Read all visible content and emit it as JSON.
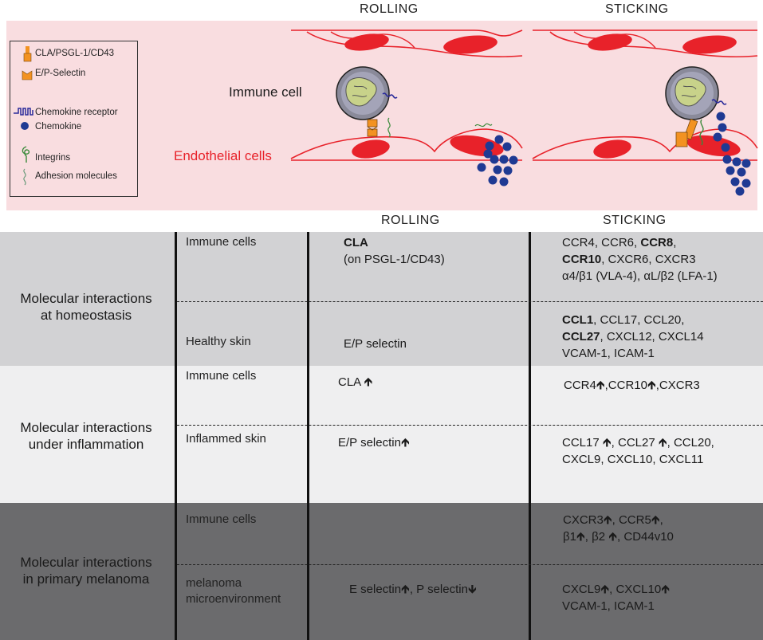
{
  "headers": {
    "rolling_top": "ROLLING",
    "sticking_top": "STICKING",
    "rolling_table": "ROLLING",
    "sticking_table": "STICKING"
  },
  "illustration": {
    "immune_cell_label": "Immune cell",
    "endothelial_label": "Endothelial cells",
    "colors": {
      "background": "#f9dde0",
      "endothelium": "#e8222a",
      "chemokine": "#1f3a93",
      "cell_body": "#8a8a9a",
      "selectin": "#f39221",
      "cytoplasm": "#c8d28a"
    }
  },
  "legend": {
    "items": [
      {
        "icon": "cla-psgl1-cd43-icon",
        "label": "CLA/PSGL-1/CD43"
      },
      {
        "icon": "ep-selectin-icon",
        "label": "E/P-Selectin"
      },
      {
        "icon": "chemokine-receptor-icon",
        "label": "Chemokine receptor"
      },
      {
        "icon": "chemokine-icon",
        "label": "Chemokine"
      },
      {
        "icon": "integrins-icon",
        "label": "Integrins"
      },
      {
        "icon": "adhesion-molecules-icon",
        "label": "Adhesion molecules"
      }
    ]
  },
  "table": {
    "homeostasis": {
      "label": "Molecular interactions\nat homeostasis",
      "sub1": "Immune cells",
      "rolling1_a": "CLA",
      "rolling1_b": "(on PSGL-1/CD43)",
      "sticking1_l1_a": "CCR4, CCR6, ",
      "sticking1_l1_b": "CCR8",
      "sticking1_l1_c": ",",
      "sticking1_l2_a": "CCR10",
      "sticking1_l2_b": ", CXCR6, CXCR3",
      "sticking1_l3": "α4/β1 (VLA-4), αL/β2 (LFA-1)",
      "sub2": "Healthy skin",
      "rolling2": "E/P selectin",
      "sticking2_l1_a": "CCL1",
      "sticking2_l1_b": ",  CCL17, CCL20,",
      "sticking2_l2_a": "CCL27",
      "sticking2_l2_b": ", CXCL12, CXCL14",
      "sticking2_l3": "VCAM-1, ICAM-1"
    },
    "inflammation": {
      "label": "Molecular interactions\nunder inflammation",
      "sub1": "Immune cells",
      "rolling1": "CLA",
      "sticking1_a": "CCR4",
      "sticking1_b": ",CCR10",
      "sticking1_c": ",CXCR3",
      "sub2": "Inflammed skin",
      "rolling2": "E/P selectin",
      "sticking2_l1_a": "CCL17",
      "sticking2_l1_b": ", CCL27",
      "sticking2_l1_c": ", CCL20,",
      "sticking2_l2": "CXCL9, CXCL10, CXCL11"
    },
    "melanoma": {
      "label": "Molecular interactions\nin primary melanoma",
      "sub1": "Immune cells",
      "sticking1_l1_a": "CXCR3",
      "sticking1_l1_b": ", CCR5",
      "sticking1_l1_c": ",",
      "sticking1_l2_a": "β1",
      "sticking1_l2_b": ", β2",
      "sticking1_l2_c": ", CD44v10",
      "sub2": "melanoma\nmicroenvironment",
      "rolling2_a": "E selectin",
      "rolling2_b": ",  P selectin",
      "sticking2_l1_a": "CXCL9",
      "sticking2_l1_b": ", CXCL10",
      "sticking2_l2": "VCAM-1, ICAM-1"
    }
  }
}
